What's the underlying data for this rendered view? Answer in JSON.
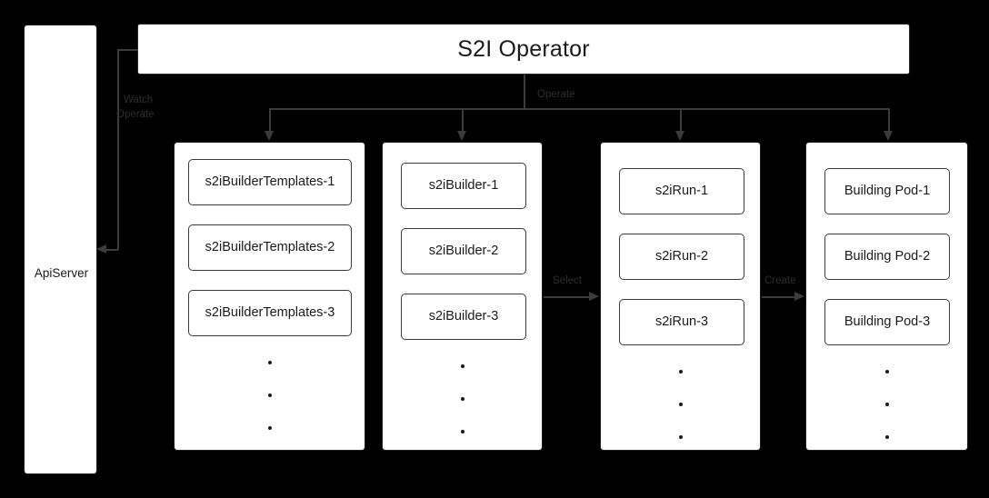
{
  "diagram": {
    "title": "S2I Operator",
    "background_color": "#000000",
    "box_fill": "#ffffff",
    "stroke_color": "#3c3c3c",
    "label_color": "#2e2e2e"
  },
  "apiserver": {
    "label": "ApiServer"
  },
  "operator": {
    "title": "S2I Operator"
  },
  "edges": {
    "watch": "Watch",
    "operate_left": "Operate",
    "operate_top": "Operate",
    "select": "Select",
    "create": "Create"
  },
  "columns": [
    {
      "key": "templates",
      "nodes": [
        "s2iBuilderTemplates-1",
        "s2iBuilderTemplates-2",
        "s2iBuilderTemplates-3"
      ],
      "ellipsis": "⋮"
    },
    {
      "key": "builders",
      "nodes": [
        "s2iBuilder-1",
        "s2iBuilder-2",
        "s2iBuilder-3"
      ],
      "ellipsis": "⋮"
    },
    {
      "key": "runs",
      "nodes": [
        "s2iRun-1",
        "s2iRun-2",
        "s2iRun-3"
      ],
      "ellipsis": "⋮"
    },
    {
      "key": "pods",
      "nodes": [
        "Building Pod-1",
        "Building Pod-2",
        "Building Pod-3"
      ],
      "ellipsis": "⋮"
    }
  ]
}
